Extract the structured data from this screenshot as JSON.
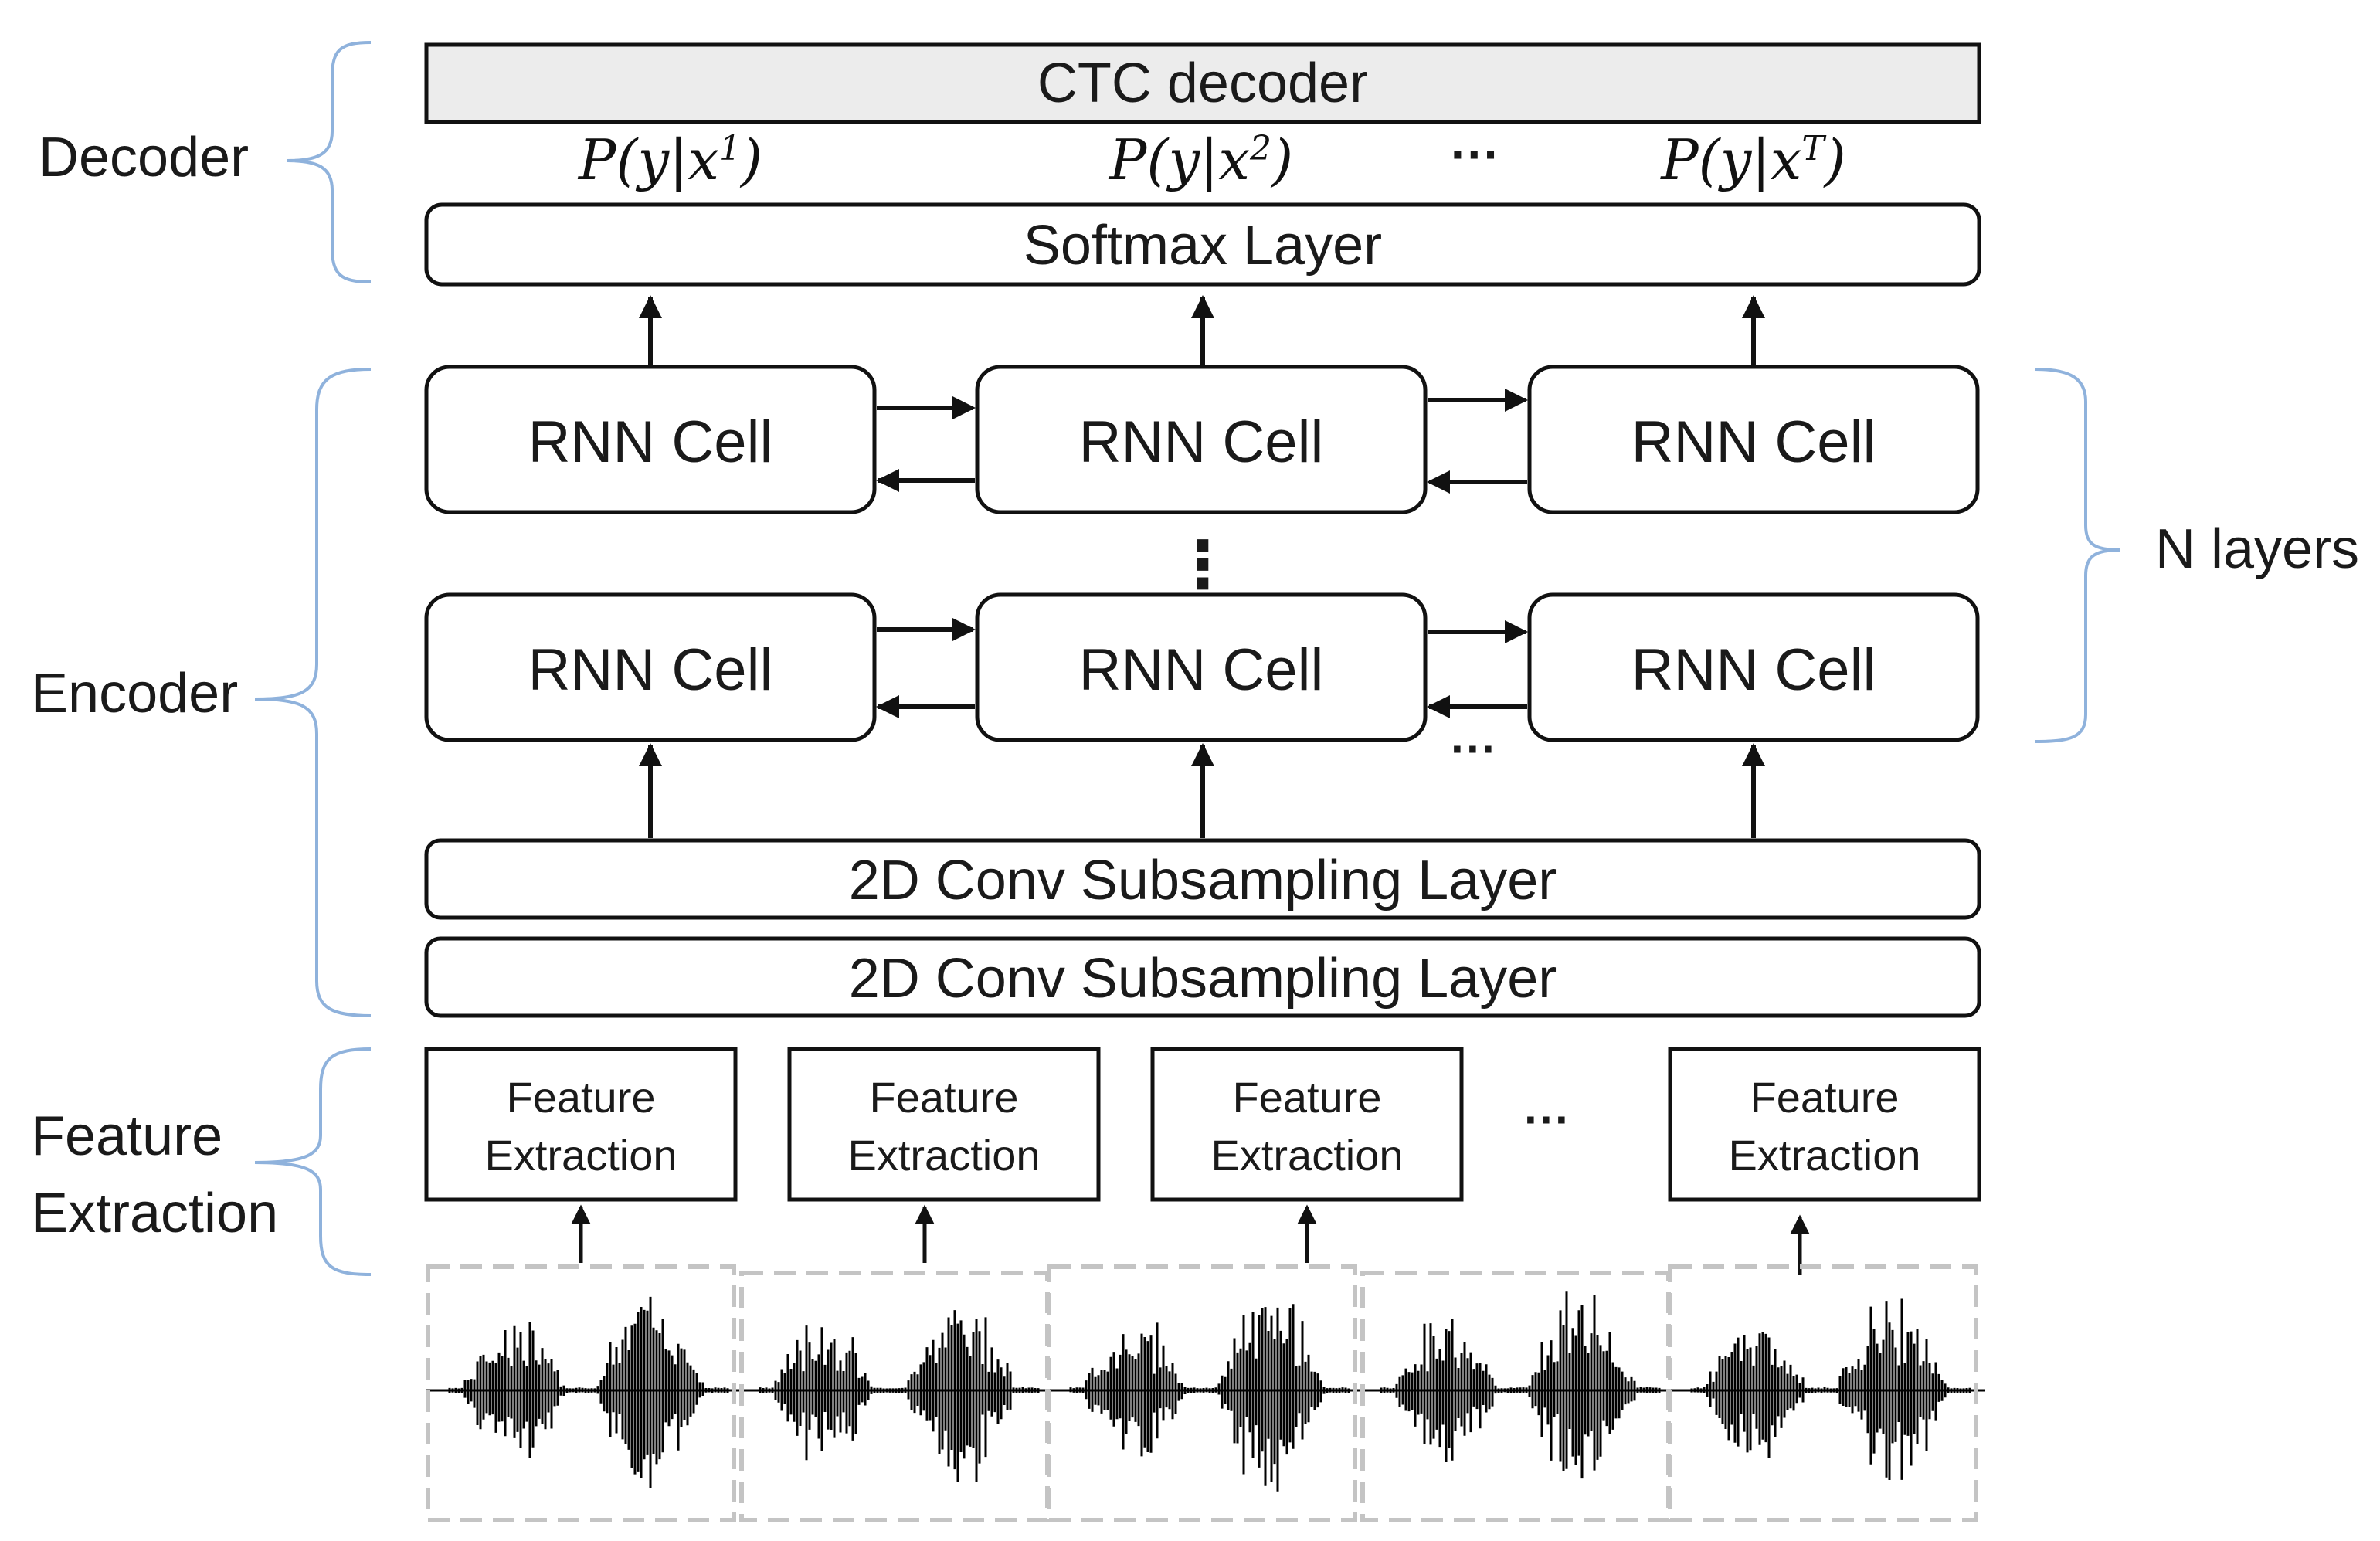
{
  "colors": {
    "stroke": "#111111",
    "brace": "#8fb2dc",
    "ctc_fill": "#ececec",
    "dashed_frame": "#c4c4c4",
    "waveform": "#000000"
  },
  "decoder": {
    "label": "Decoder",
    "ctc": "CTC decoder",
    "softmax": "Softmax Layer",
    "probs": [
      {
        "base": "P(y|x",
        "sup": "1",
        "close": ")"
      },
      {
        "base": "P(y|x",
        "sup": "2",
        "close": ")"
      },
      {
        "base": "P(y|x",
        "sup": "T",
        "close": ")"
      }
    ],
    "ellipsis": "···"
  },
  "encoder": {
    "label": "Encoder",
    "rnn_rows": [
      [
        "RNN Cell",
        "RNN Cell",
        "RNN Cell"
      ],
      [
        "RNN Cell",
        "RNN Cell",
        "RNN Cell"
      ]
    ],
    "vertical_ellipsis": "⋮",
    "row_ellipsis": "···",
    "conv_layers": [
      "2D Conv Subsampling Layer",
      "2D Conv Subsampling Layer"
    ],
    "n_layers_label": "N layers"
  },
  "feature": {
    "label_line1": "Feature",
    "label_line2": "Extraction",
    "boxes": [
      {
        "line1": "Feature",
        "line2": "Extraction"
      },
      {
        "line1": "Feature",
        "line2": "Extraction"
      },
      {
        "line1": "Feature",
        "line2": "Extraction"
      },
      {
        "line1": "Feature",
        "line2": "Extraction"
      }
    ],
    "ellipsis": "···"
  },
  "waveform": {
    "segments": 5
  }
}
